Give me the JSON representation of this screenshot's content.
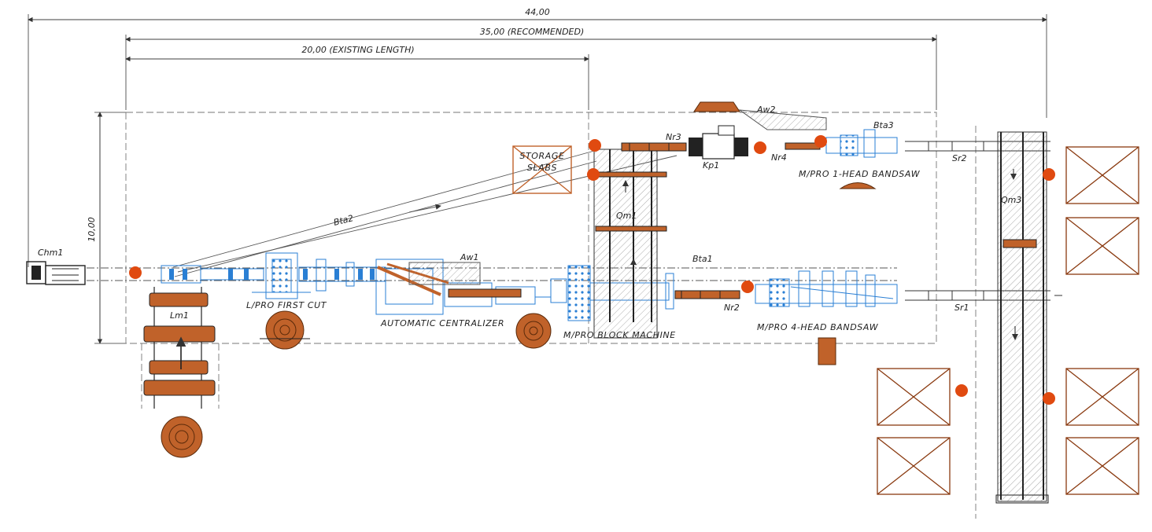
{
  "dimensions": {
    "total": "44,00",
    "recommended": "35,00 (RECOMMENDED)",
    "existing": "20,00 (EXISTING LENGTH)",
    "height": "10,00"
  },
  "machines": {
    "chm1": "Chm1",
    "lm1": "Lm1",
    "bta1": "Bta1",
    "bta2": "Bta2",
    "bta3": "Bta3",
    "aw1": "Aw1",
    "aw2": "Aw2",
    "nr2": "Nr2",
    "nr3": "Nr3",
    "nr4": "Nr4",
    "kp1": "Kp1",
    "qm1": "Qm1",
    "qm3": "Qm3",
    "sr1": "Sr1",
    "sr2": "Sr2"
  },
  "labels": {
    "first_cut": "L/PRO FIRST CUT",
    "centralizer": "AUTOMATIC CENTRALIZER",
    "block_machine": "M/PRO BLOCK MACHINE",
    "four_head": "M/PRO 4-HEAD BANDSAW",
    "one_head": "M/PRO 1-HEAD BANDSAW",
    "storage_line1": "STORAGE",
    "storage_line2": "SLABS"
  },
  "colors": {
    "machine": "#2a7fd4",
    "accent": "#e04a10",
    "wood": "#c0622a",
    "line": "#555555"
  }
}
